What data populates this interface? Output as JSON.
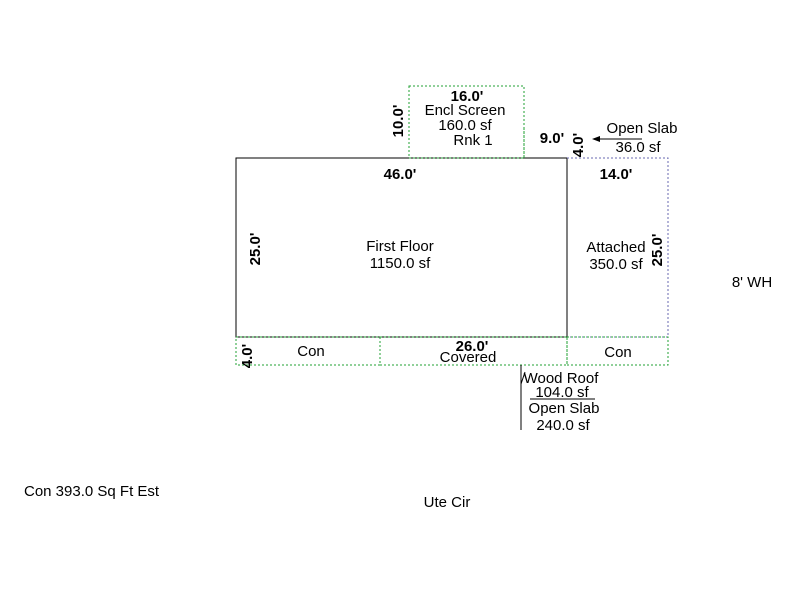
{
  "colors": {
    "solid": "#000000",
    "green_dotted": "#22a033",
    "blue_dotted": "#6a6ab0"
  },
  "areas": {
    "first_floor": {
      "name": "First Floor",
      "area": "1150.0 sf",
      "width": "46.0'",
      "depth": "25.0'"
    },
    "encl_screen": {
      "name": "Encl Screen",
      "area": "160.0 sf",
      "rank": "Rnk 1",
      "width": "16.0'",
      "depth": "10.0'"
    },
    "attached": {
      "name": "Attached",
      "area": "350.0 sf",
      "width": "14.0'",
      "depth": "25.0'"
    },
    "open_slab_top": {
      "name": "Open Slab",
      "area": "36.0 sf",
      "width": "9.0'",
      "depth": "4.0'"
    },
    "con_left": {
      "name": "Con",
      "depth": "4.0'"
    },
    "covered": {
      "name": "Covered",
      "width": "26.0'"
    },
    "con_right": {
      "name": "Con"
    },
    "wood_roof": {
      "name": "Wood Roof",
      "area": "104.0 sf"
    },
    "open_slab_bottom": {
      "name": "Open Slab",
      "area": "240.0 sf"
    }
  },
  "notes": {
    "wh": "8' WH",
    "con_estimate": "Con 393.0 Sq Ft Est",
    "street": "Ute Cir"
  }
}
